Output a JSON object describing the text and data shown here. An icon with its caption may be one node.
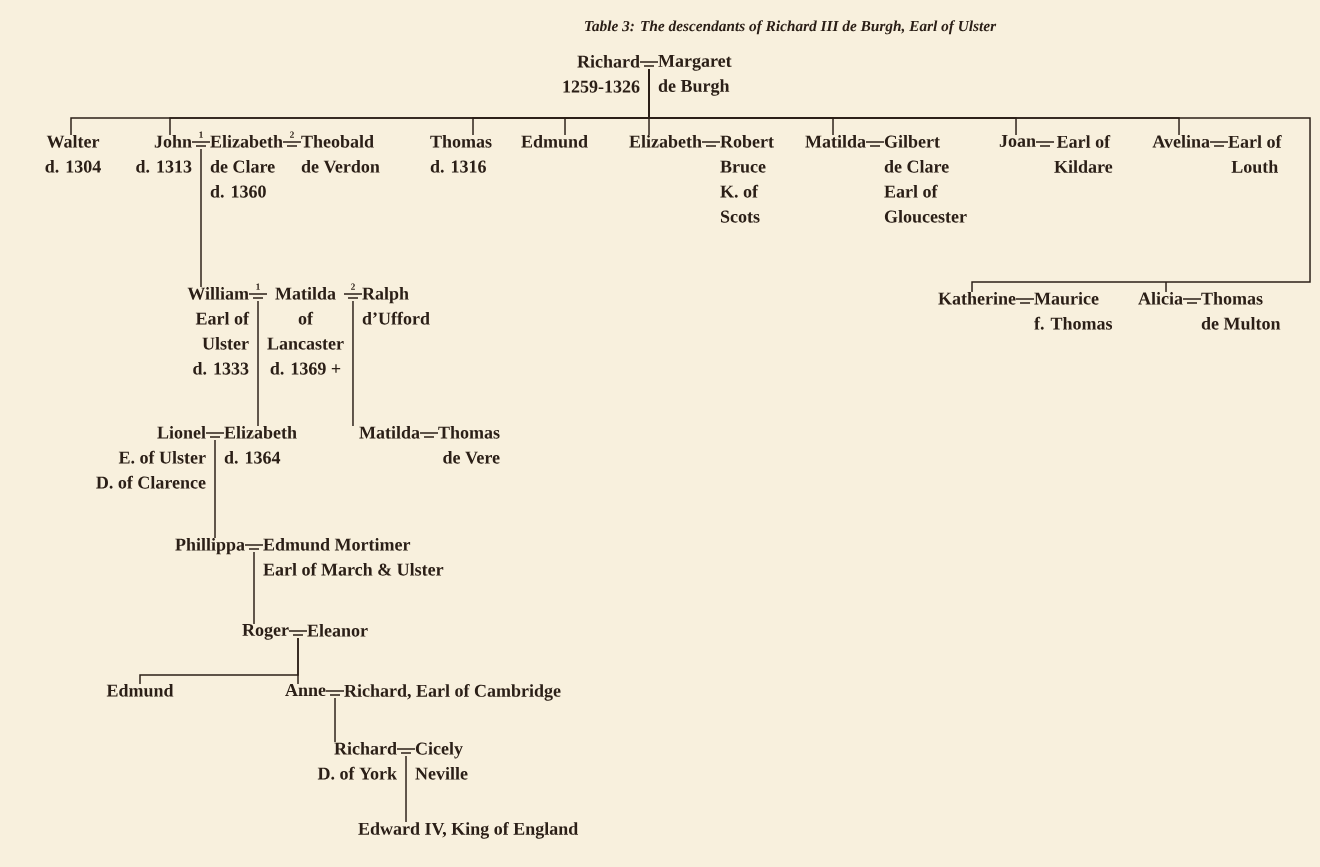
{
  "diagram": {
    "title": "Table 3: The descendants of Richard III de Burgh, Earl of Ulster",
    "nodes": [
      {
        "text": [
          "Richard",
          "1259-1326"
        ]
      },
      {
        "text": [
          "Margaret",
          "de Burgh"
        ]
      },
      {
        "text": [
          "Walter",
          "d. 1304"
        ]
      },
      {
        "text": [
          "John",
          "d. 1313"
        ]
      },
      {
        "text": [
          "Elizabeth",
          "de Clare",
          "d. 1360"
        ]
      },
      {
        "text": [
          "Theobald",
          "de Verdon"
        ]
      },
      {
        "text": [
          "Thomas",
          "d. 1316"
        ]
      },
      {
        "text": [
          "Edmund"
        ]
      },
      {
        "text": [
          "Elizabeth"
        ]
      },
      {
        "text": [
          "Robert",
          "Bruce",
          "K. of",
          "Scots"
        ]
      },
      {
        "text": [
          "Matilda"
        ]
      },
      {
        "text": [
          "Gilbert",
          "de Clare",
          "Earl of",
          "Gloucester"
        ]
      },
      {
        "text": [
          "Joan"
        ]
      },
      {
        "text": [
          "Earl of",
          "Kildare"
        ]
      },
      {
        "text": [
          "Avelina"
        ]
      },
      {
        "text": [
          "Earl of",
          "Louth"
        ]
      },
      {
        "text": [
          "William",
          "Earl of",
          "Ulster",
          "d. 1333"
        ]
      },
      {
        "text": [
          "Matilda",
          "of",
          "Lancaster",
          "d. 1369 +"
        ]
      },
      {
        "text": [
          "Ralph",
          "d’Ufford"
        ]
      },
      {
        "text": [
          "Katherine"
        ]
      },
      {
        "text": [
          "Maurice",
          "f. Thomas"
        ]
      },
      {
        "text": [
          "Alicia"
        ]
      },
      {
        "text": [
          "Thomas",
          "de Multon"
        ]
      },
      {
        "text": [
          "Lionel",
          "E. of Ulster",
          "D. of Clarence"
        ]
      },
      {
        "text": [
          "Elizabeth",
          "d. 1364"
        ]
      },
      {
        "text": [
          "Matilda"
        ]
      },
      {
        "text": [
          "Thomas",
          "de Vere"
        ]
      },
      {
        "text": [
          "Phillippa"
        ]
      },
      {
        "text": [
          "Edmund Mortimer",
          "Earl of March & Ulster"
        ]
      },
      {
        "text": [
          "Roger"
        ]
      },
      {
        "text": [
          "Eleanor"
        ]
      },
      {
        "text": [
          "Edmund"
        ]
      },
      {
        "text": [
          "Anne"
        ]
      },
      {
        "text": [
          "Richard, Earl of Cambridge"
        ]
      },
      {
        "text": [
          "Richard",
          "D. of York"
        ]
      },
      {
        "text": [
          "Cicely",
          "Neville"
        ]
      },
      {
        "text": [
          "Edward IV, King of England"
        ]
      }
    ],
    "edges": [
      {
        "from": 0,
        "to": 1,
        "arrow": "none"
      },
      {
        "from": 3,
        "to": 4,
        "arrow": "none",
        "label": "1"
      },
      {
        "from": 4,
        "to": 5,
        "arrow": "none",
        "label": "2"
      },
      {
        "from": 8,
        "to": 9,
        "arrow": "none"
      },
      {
        "from": 10,
        "to": 11,
        "arrow": "none"
      },
      {
        "from": 12,
        "to": 13,
        "arrow": "none"
      },
      {
        "from": 14,
        "to": 15,
        "arrow": "none"
      },
      {
        "from": 16,
        "to": 17,
        "arrow": "none",
        "label": "1"
      },
      {
        "from": 17,
        "to": 18,
        "arrow": "none",
        "label": "2"
      },
      {
        "from": 19,
        "to": 20,
        "arrow": "none"
      },
      {
        "from": 21,
        "to": 22,
        "arrow": "none"
      },
      {
        "from": 23,
        "to": 24,
        "arrow": "none"
      },
      {
        "from": 25,
        "to": 26,
        "arrow": "none"
      },
      {
        "from": 27,
        "to": 28,
        "arrow": "none"
      },
      {
        "from": 29,
        "to": 30,
        "arrow": "none"
      },
      {
        "from": 32,
        "to": 33,
        "arrow": "none"
      },
      {
        "from": 34,
        "to": 35,
        "arrow": "none"
      },
      {
        "from": 0,
        "to": 2,
        "arrow": "none"
      },
      {
        "from": 0,
        "to": 3,
        "arrow": "none"
      },
      {
        "from": 0,
        "to": 6,
        "arrow": "none"
      },
      {
        "from": 0,
        "to": 7,
        "arrow": "none"
      },
      {
        "from": 0,
        "to": 8,
        "arrow": "none"
      },
      {
        "from": 0,
        "to": 10,
        "arrow": "none"
      },
      {
        "from": 0,
        "to": 12,
        "arrow": "none"
      },
      {
        "from": 0,
        "to": 14,
        "arrow": "none"
      },
      {
        "from": 0,
        "to": 19,
        "arrow": "none"
      },
      {
        "from": 0,
        "to": 21,
        "arrow": "none"
      },
      {
        "from": 3,
        "to": 16,
        "arrow": "none"
      },
      {
        "from": 16,
        "to": 24,
        "arrow": "none"
      },
      {
        "from": 17,
        "to": 25,
        "arrow": "none"
      },
      {
        "from": 23,
        "to": 27,
        "arrow": "none"
      },
      {
        "from": 27,
        "to": 29,
        "arrow": "none"
      },
      {
        "from": 29,
        "to": 31,
        "arrow": "none"
      },
      {
        "from": 29,
        "to": 32,
        "arrow": "none"
      },
      {
        "from": 32,
        "to": 34,
        "arrow": "none"
      },
      {
        "from": 34,
        "to": 36,
        "arrow": "none"
      }
    ]
  }
}
